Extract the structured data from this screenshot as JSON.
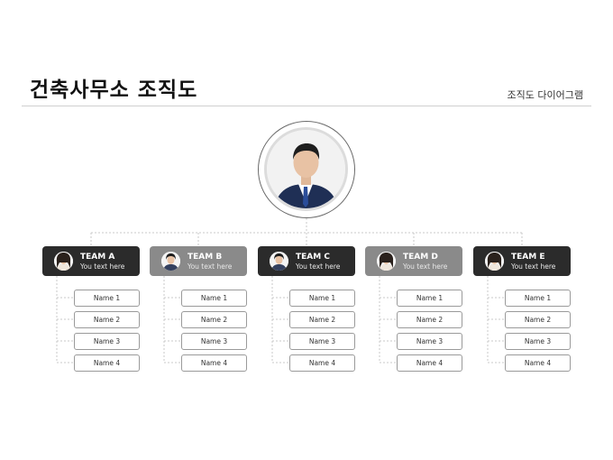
{
  "header": {
    "title": "건축사무소 조직도",
    "subtitle": "조직도 다이어그램"
  },
  "ceo": {
    "photo": "portrait-man-suit-icon"
  },
  "colors": {
    "dark_team": "#2b2b2b",
    "gray_team": "#8a8a8a",
    "line": "#c8c8c8"
  },
  "teams": [
    {
      "name": "TEAM A",
      "desc": "You text here",
      "style": "dark",
      "members": [
        "Name 1",
        "Name 2",
        "Name 3",
        "Name 4"
      ]
    },
    {
      "name": "TEAM B",
      "desc": "You text here",
      "style": "gray",
      "members": [
        "Name 1",
        "Name 2",
        "Name 3",
        "Name 4"
      ]
    },
    {
      "name": "TEAM C",
      "desc": "You text here",
      "style": "dark",
      "members": [
        "Name 1",
        "Name 2",
        "Name 3",
        "Name 4"
      ]
    },
    {
      "name": "TEAM D",
      "desc": "You text here",
      "style": "gray",
      "members": [
        "Name 1",
        "Name 2",
        "Name 3",
        "Name 4"
      ]
    },
    {
      "name": "TEAM E",
      "desc": "You text here",
      "style": "dark",
      "members": [
        "Name 1",
        "Name 2",
        "Name 3",
        "Name 4"
      ]
    }
  ]
}
